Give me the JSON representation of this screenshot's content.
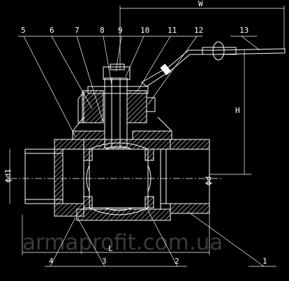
{
  "callouts_top": [
    "5",
    "6",
    "7",
    "8",
    "9",
    "10",
    "11",
    "12",
    "13"
  ],
  "callouts_bottom": [
    "4",
    "3",
    "2",
    "1"
  ],
  "dimensions": {
    "overall_length": "L",
    "height": "H",
    "handle_length": "W",
    "port_left": "ϕd1",
    "port_right": "ϕd"
  },
  "watermark": "armaprofit.com.ua",
  "colors": {
    "background": "#000000",
    "lines": "#ffffff",
    "watermark": "#3a3a3a"
  }
}
